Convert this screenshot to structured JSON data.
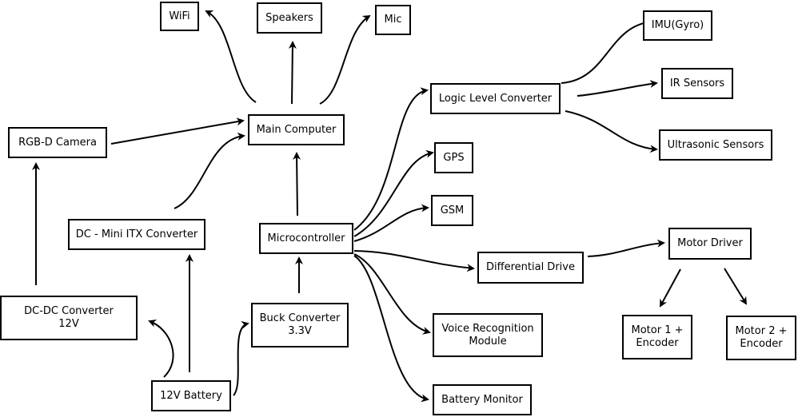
{
  "nodes": {
    "wifi": "WiFi",
    "speakers": "Speakers",
    "mic": "Mic",
    "imu": "IMU(Gyro)",
    "logic_level_converter": "Logic Level Converter",
    "ir_sensors": "IR Sensors",
    "rgbd_camera": "RGB-D Camera",
    "main_computer": "Main Computer",
    "ultrasonic_sensors": "Ultrasonic Sensors",
    "gps": "GPS",
    "gsm": "GSM",
    "dc_mini_itx": "DC - Mini ITX Converter",
    "microcontroller": "Microcontroller",
    "motor_driver": "Motor Driver",
    "differential_drive": "Differential Drive",
    "dc_dc_converter": "DC-DC Converter\n12V",
    "buck_converter": "Buck Converter\n3.3V",
    "voice_recognition": "Voice Recognition\nModule",
    "motor1": "Motor 1 +\nEncoder",
    "motor2": "Motor 2 +\nEncoder",
    "battery_12v": "12V Battery",
    "battery_monitor": "Battery Monitor"
  },
  "edges": [
    {
      "from": "main_computer",
      "to": "wifi"
    },
    {
      "from": "main_computer",
      "to": "speakers"
    },
    {
      "from": "main_computer",
      "to": "mic"
    },
    {
      "from": "rgbd_camera",
      "to": "main_computer"
    },
    {
      "from": "dc_mini_itx",
      "to": "main_computer"
    },
    {
      "from": "microcontroller",
      "to": "main_computer"
    },
    {
      "from": "dc_dc_converter",
      "to": "rgbd_camera"
    },
    {
      "from": "battery_12v",
      "to": "dc_dc_converter"
    },
    {
      "from": "battery_12v",
      "to": "dc_mini_itx"
    },
    {
      "from": "battery_12v",
      "to": "buck_converter"
    },
    {
      "from": "buck_converter",
      "to": "microcontroller"
    },
    {
      "from": "microcontroller",
      "to": "logic_level_converter"
    },
    {
      "from": "microcontroller",
      "to": "gps"
    },
    {
      "from": "microcontroller",
      "to": "gsm"
    },
    {
      "from": "microcontroller",
      "to": "differential_drive"
    },
    {
      "from": "microcontroller",
      "to": "voice_recognition"
    },
    {
      "from": "microcontroller",
      "to": "battery_monitor"
    },
    {
      "from": "logic_level_converter",
      "to": "imu"
    },
    {
      "from": "logic_level_converter",
      "to": "ir_sensors"
    },
    {
      "from": "logic_level_converter",
      "to": "ultrasonic_sensors"
    },
    {
      "from": "differential_drive",
      "to": "motor_driver"
    },
    {
      "from": "motor_driver",
      "to": "motor1"
    },
    {
      "from": "motor_driver",
      "to": "motor2"
    }
  ]
}
